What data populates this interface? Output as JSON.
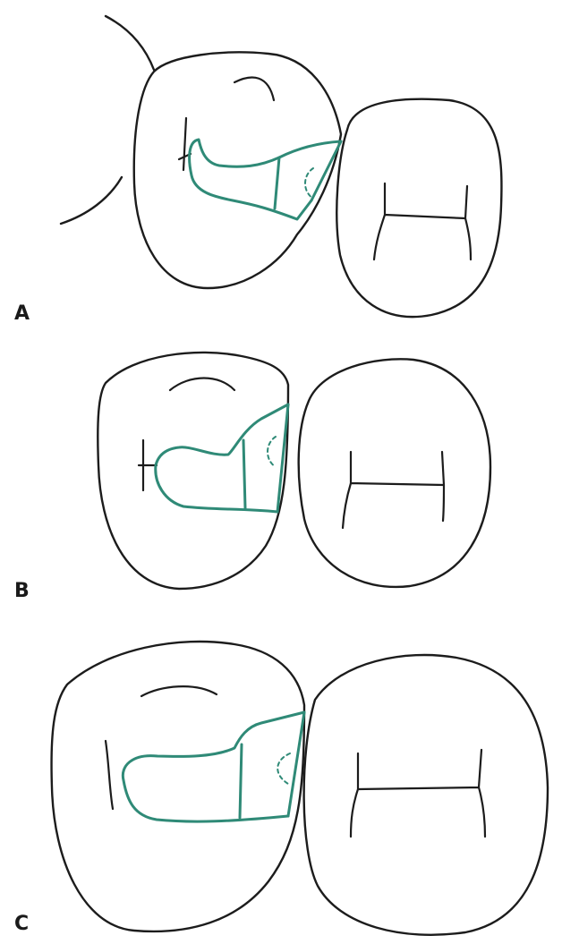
{
  "colors": {
    "outline": "#1c1c1c",
    "preparation": "#2f8a77",
    "background": "#ffffff"
  },
  "panels": [
    {
      "label": "A"
    },
    {
      "label": "B"
    },
    {
      "label": "C"
    }
  ]
}
